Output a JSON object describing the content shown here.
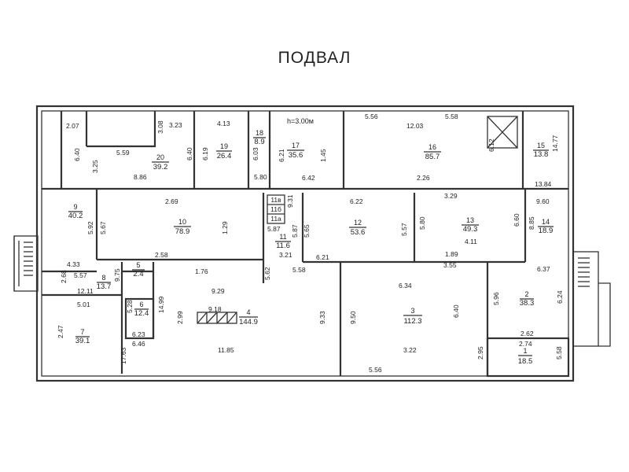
{
  "plan": {
    "title": "ПОДВАЛ",
    "height_note": "h=3.00м"
  },
  "rooms": [
    {
      "id": "1",
      "number": "1",
      "area": "18.5"
    },
    {
      "id": "2",
      "number": "2",
      "area": "38.3"
    },
    {
      "id": "3",
      "number": "3",
      "area": "112.3"
    },
    {
      "id": "4",
      "number": "4",
      "area": "144.9"
    },
    {
      "id": "5",
      "number": "5",
      "area": "2.4"
    },
    {
      "id": "6",
      "number": "6",
      "area": "12.4"
    },
    {
      "id": "7",
      "number": "7",
      "area": "39.1"
    },
    {
      "id": "8",
      "number": "8",
      "area": "13.7"
    },
    {
      "id": "9",
      "number": "9",
      "area": "40.2"
    },
    {
      "id": "10",
      "number": "10",
      "area": "78.9"
    },
    {
      "id": "11",
      "number": "11",
      "area": "11.6"
    },
    {
      "id": "12",
      "number": "12",
      "area": "53.6"
    },
    {
      "id": "13",
      "number": "13",
      "area": "49.3"
    },
    {
      "id": "14",
      "number": "14",
      "area": "18.9"
    },
    {
      "id": "15",
      "number": "15",
      "area": "13.8"
    },
    {
      "id": "16",
      "number": "16",
      "area": "85.7"
    },
    {
      "id": "17",
      "number": "17",
      "area": "35.6"
    },
    {
      "id": "18",
      "number": "18",
      "area": "8.9"
    },
    {
      "id": "19",
      "number": "19",
      "area": "26.4"
    },
    {
      "id": "20",
      "number": "20",
      "area": "39.2"
    }
  ],
  "small_rooms": [
    "11в",
    "11б",
    "11а"
  ],
  "dimensions": [
    "2.07",
    "3.08",
    "3.23",
    "4.13",
    "5.56",
    "12.03",
    "5.58",
    "5.59",
    "6.40",
    "3.25",
    "8.86",
    "6.40",
    "6.19",
    "6.03",
    "6.21",
    "1.45",
    "5.80",
    "6.42",
    "6.12",
    "14.77",
    "2.26",
    "13.84",
    "2.69",
    "9.31",
    "6.22",
    "3.29",
    "9.60",
    "6.60",
    "5.92",
    "5.67",
    "1.29",
    "5.87",
    "5.87",
    "5.65",
    "5.57",
    "5.80",
    "8.85",
    "4.11",
    "4.33",
    "5.57",
    "2.58",
    "3.21",
    "6.21",
    "1.89",
    "2.68",
    "9.75",
    "1.76",
    "5.62",
    "5.58",
    "3.55",
    "6.37",
    "12.11",
    "6.34",
    "5.01",
    "5.28",
    "14.99",
    "9.29",
    "2.99",
    "9.18",
    "9.33",
    "9.50",
    "6.40",
    "5.96",
    "6.24",
    "2.47",
    "6.23",
    "2.62",
    "6.46",
    "2.74",
    "17.63",
    "11.85",
    "3.22",
    "2.95",
    "5.58",
    "5.56"
  ]
}
